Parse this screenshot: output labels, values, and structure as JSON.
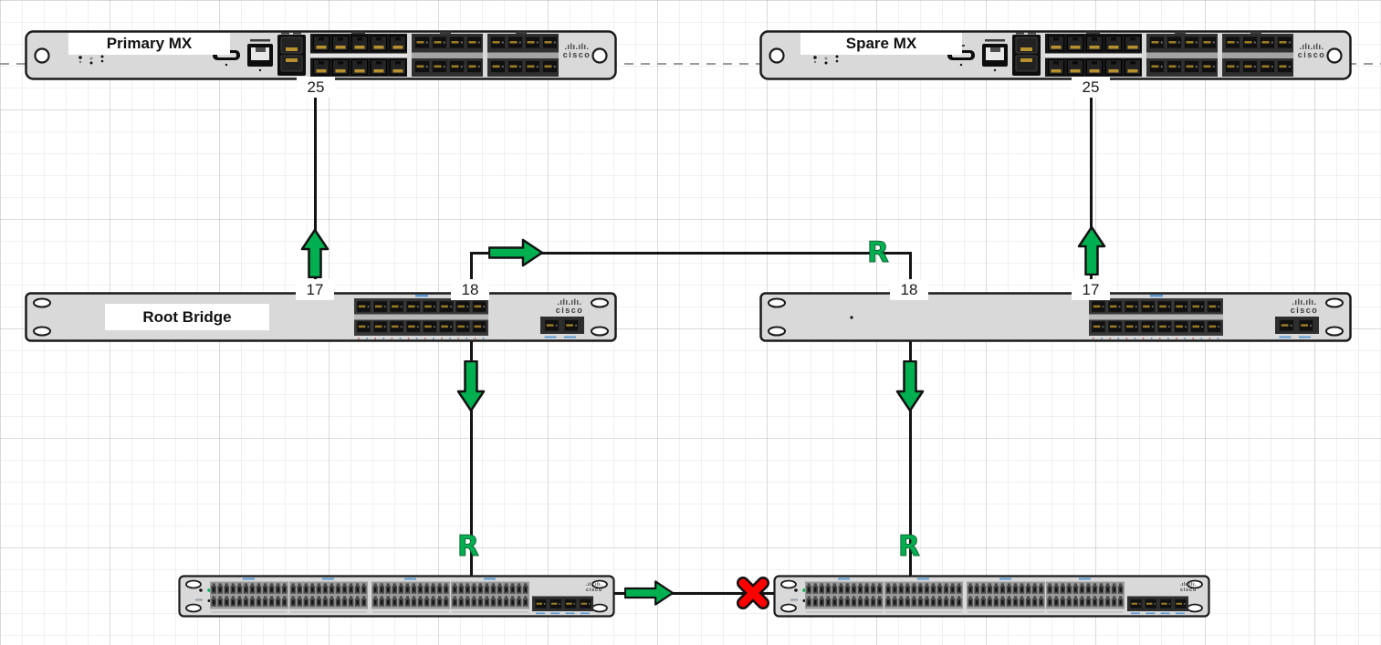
{
  "brand": {
    "bars": ".ılı.ılı.",
    "name": "cisco"
  },
  "devices": {
    "primary_mx": {
      "label": "Primary MX"
    },
    "spare_mx": {
      "label": "Spare MX"
    },
    "root_bridge": {
      "label": "Root Bridge"
    }
  },
  "ports": {
    "primary_mx_uplink": "25",
    "spare_mx_uplink": "25",
    "root_bridge_to_primary_mx": "17",
    "root_bridge_to_peer_switch": "18",
    "peer_switch_to_root_bridge": "18",
    "peer_switch_to_spare_mx": "17"
  },
  "stp": {
    "root_port_marker": "R"
  },
  "colors": {
    "forwarding_arrow_green": "#00b050",
    "blocked_link_red": "#ff0000",
    "device_body_gray": "#d9d9d9",
    "link_line_black": "#141414",
    "dashed_line_gray": "#9a9a9a"
  }
}
